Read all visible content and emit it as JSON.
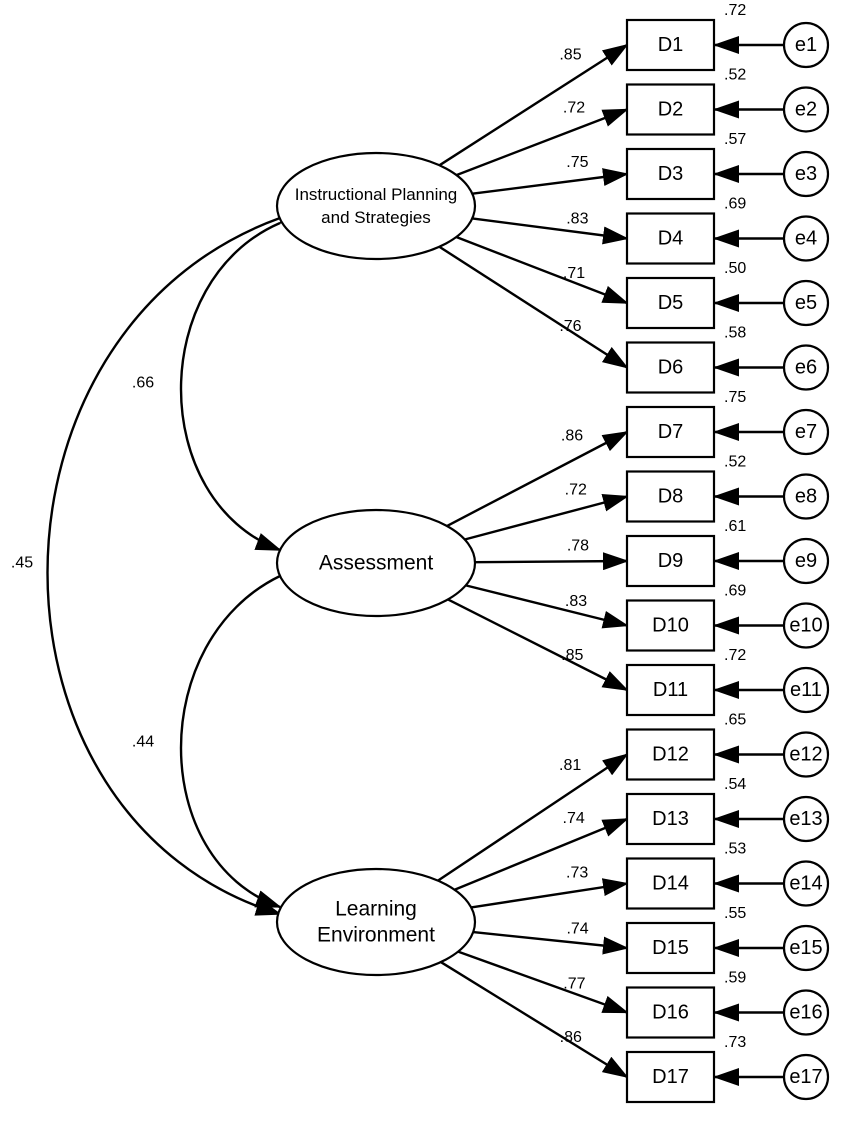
{
  "factors": [
    {
      "id": "ips",
      "label_lines": [
        "Instructional Planning",
        "and Strategies"
      ]
    },
    {
      "id": "asm",
      "label_lines": [
        "Assessment"
      ]
    },
    {
      "id": "le",
      "label_lines": [
        "Learning",
        "Environment"
      ]
    }
  ],
  "items": [
    {
      "label": "D1",
      "factor": "ips",
      "loading": ".85",
      "r2": ".72",
      "error": "e1"
    },
    {
      "label": "D2",
      "factor": "ips",
      "loading": ".72",
      "r2": ".52",
      "error": "e2"
    },
    {
      "label": "D3",
      "factor": "ips",
      "loading": ".75",
      "r2": ".57",
      "error": "e3"
    },
    {
      "label": "D4",
      "factor": "ips",
      "loading": ".83",
      "r2": ".69",
      "error": "e4"
    },
    {
      "label": "D5",
      "factor": "ips",
      "loading": ".71",
      "r2": ".50",
      "error": "e5"
    },
    {
      "label": "D6",
      "factor": "ips",
      "loading": ".76",
      "r2": ".58",
      "error": "e6"
    },
    {
      "label": "D7",
      "factor": "asm",
      "loading": ".86",
      "r2": ".75",
      "error": "e7"
    },
    {
      "label": "D8",
      "factor": "asm",
      "loading": ".72",
      "r2": ".52",
      "error": "e8"
    },
    {
      "label": "D9",
      "factor": "asm",
      "loading": ".78",
      "r2": ".61",
      "error": "e9"
    },
    {
      "label": "D10",
      "factor": "asm",
      "loading": ".83",
      "r2": ".69",
      "error": "e10"
    },
    {
      "label": "D11",
      "factor": "asm",
      "loading": ".85",
      "r2": ".72",
      "error": "e11"
    },
    {
      "label": "D12",
      "factor": "le",
      "loading": ".81",
      "r2": ".65",
      "error": "e12"
    },
    {
      "label": "D13",
      "factor": "le",
      "loading": ".74",
      "r2": ".54",
      "error": "e13"
    },
    {
      "label": "D14",
      "factor": "le",
      "loading": ".73",
      "r2": ".53",
      "error": "e14"
    },
    {
      "label": "D15",
      "factor": "le",
      "loading": ".74",
      "r2": ".55",
      "error": "e15"
    },
    {
      "label": "D16",
      "factor": "le",
      "loading": ".77",
      "r2": ".59",
      "error": "e16"
    },
    {
      "label": "D17",
      "factor": "le",
      "loading": ".86",
      "r2": ".73",
      "error": "e17"
    }
  ],
  "correlations": [
    {
      "from": "ips",
      "to": "asm",
      "value": ".66"
    },
    {
      "from": "asm",
      "to": "le",
      "value": ".44"
    },
    {
      "from": "ips",
      "to": "le",
      "value": ".45"
    }
  ]
}
